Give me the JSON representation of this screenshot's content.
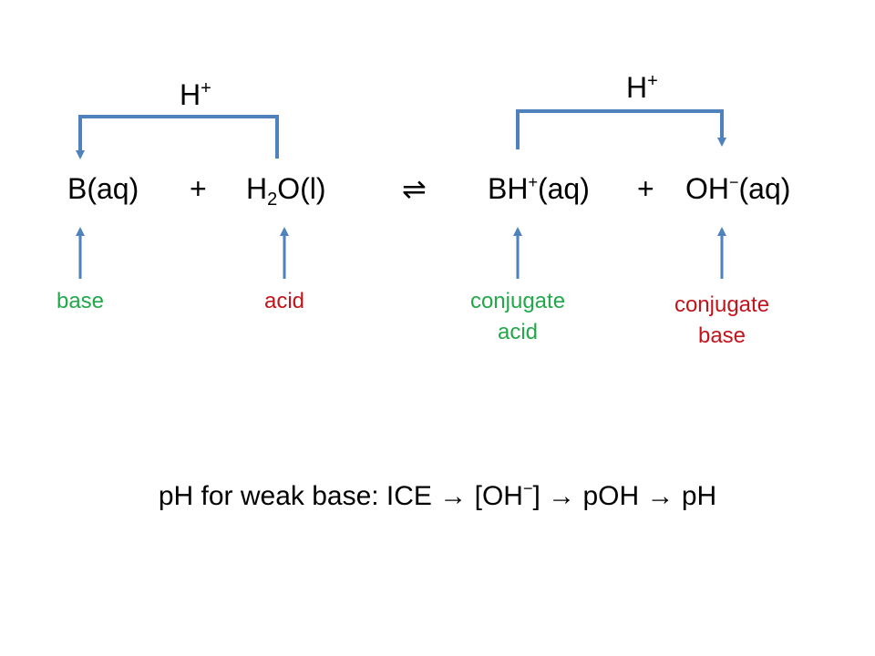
{
  "colors": {
    "arrow": "#4f81bd",
    "green": "#22a84a",
    "red": "#c2141c",
    "text": "#000000"
  },
  "proton_left": {
    "symbol": "H",
    "charge": "+"
  },
  "proton_right": {
    "symbol": "H",
    "charge": "+"
  },
  "equation": {
    "reactant1": "B(aq)",
    "plus1": "+",
    "reactant2_h": "H",
    "reactant2_sub": "2",
    "reactant2_rest": "O(l)",
    "equilibrium_symbol": "⇌",
    "product1_main": "BH",
    "product1_charge": "+",
    "product1_state": "(aq)",
    "plus2": "+",
    "product2_main": "OH",
    "product2_charge": "−",
    "product2_state": "(aq)"
  },
  "labels": {
    "base": "base",
    "acid": "acid",
    "conjugate_acid_line1": "conjugate",
    "conjugate_acid_line2": "acid",
    "conjugate_base_line1": "conjugate",
    "conjugate_base_line2": "base"
  },
  "summary": {
    "prefix": "pH for weak base: ICE → [OH",
    "charge": "−",
    "suffix": "] → pOH → pH"
  }
}
